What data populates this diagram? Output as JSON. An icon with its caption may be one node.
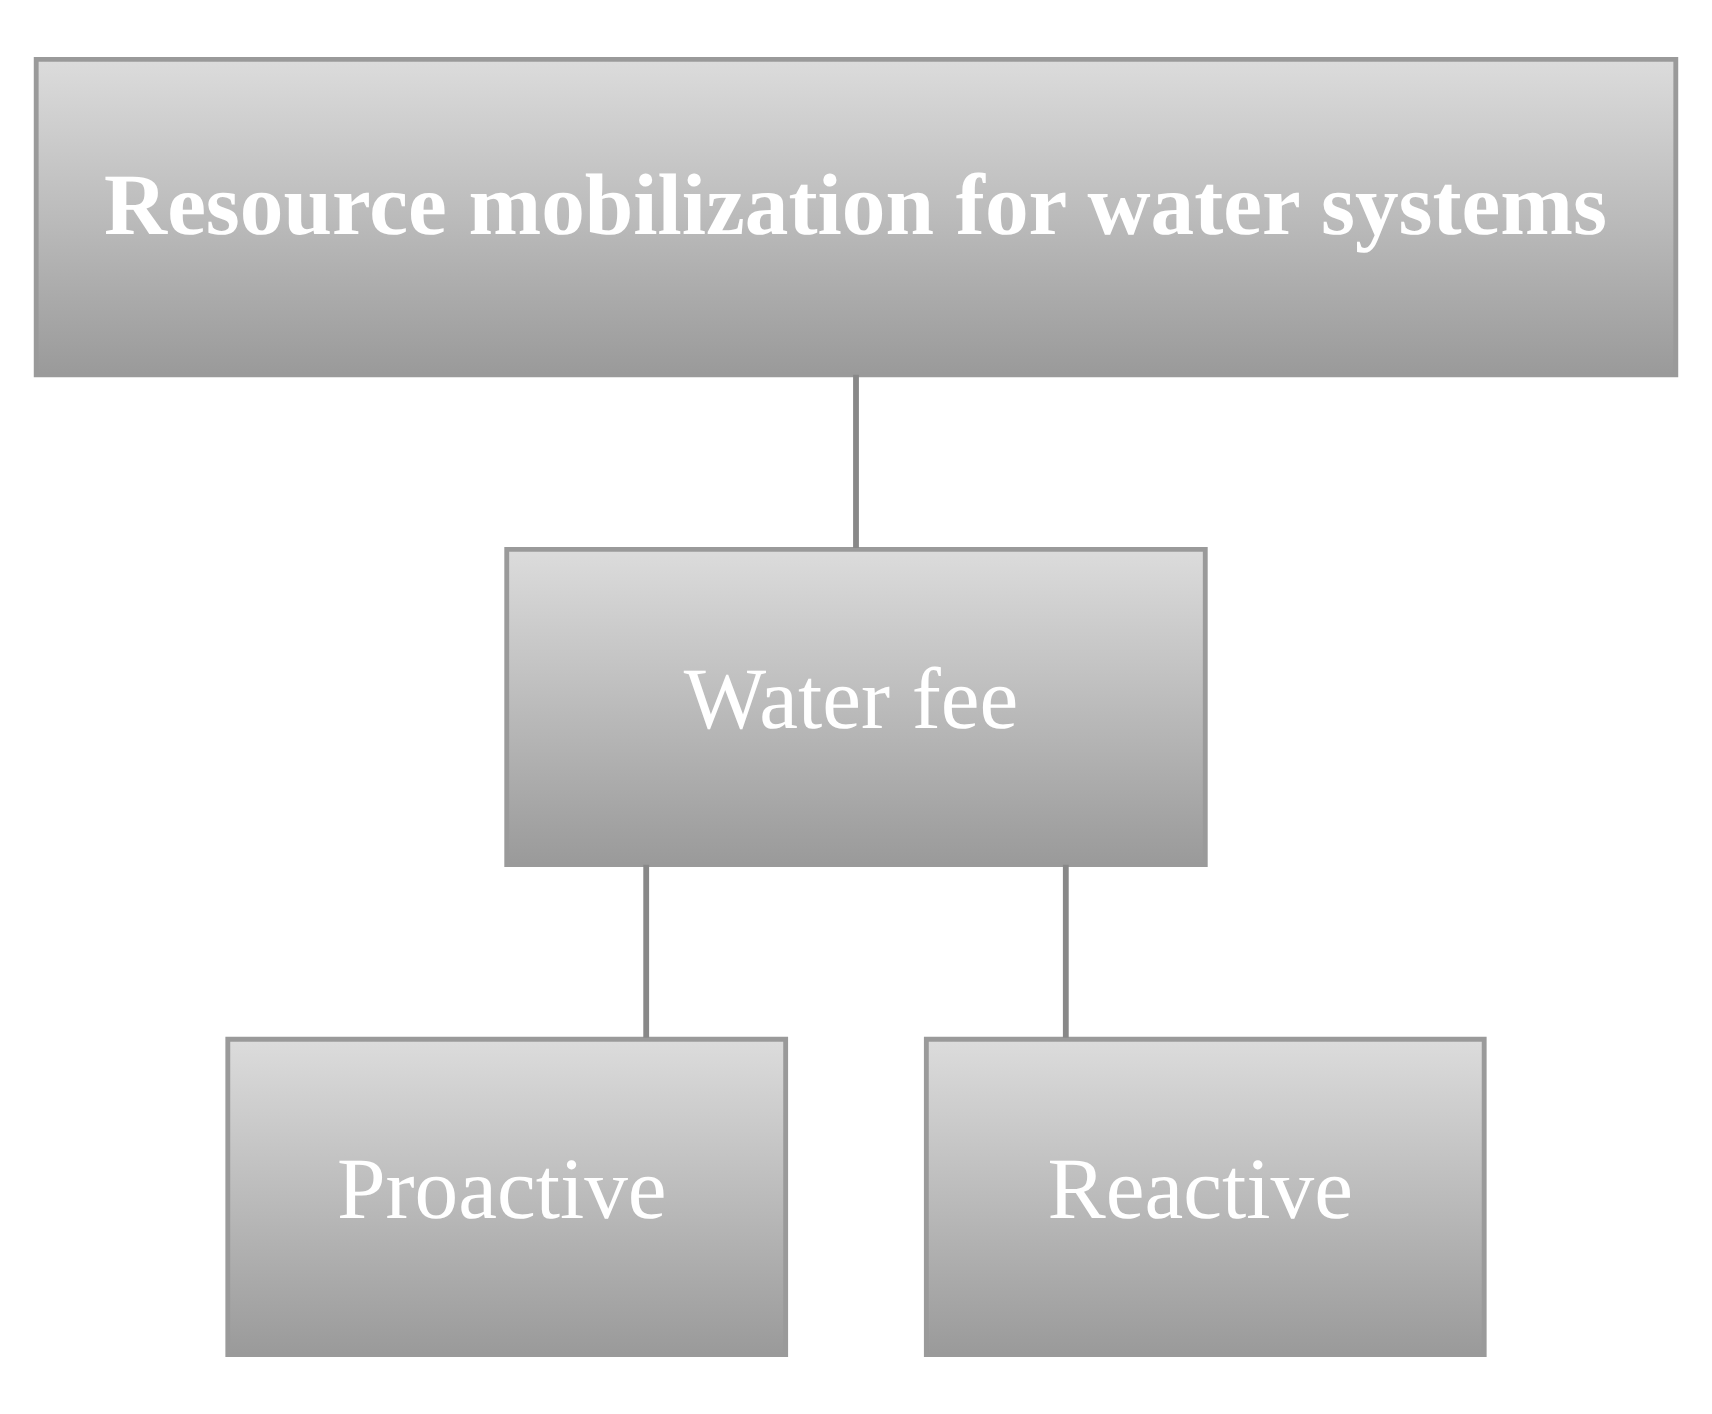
{
  "diagram": {
    "nodes": [
      {
        "text": [
          "Resource mobilization for water systems"
        ]
      },
      {
        "text": [
          "Water fee"
        ]
      },
      {
        "text": [
          "Proactive"
        ]
      },
      {
        "text": [
          "Reactive"
        ]
      }
    ],
    "edges": [
      {
        "from": 0,
        "to": 1,
        "arrow": "none"
      },
      {
        "from": 1,
        "to": 2,
        "arrow": "none"
      },
      {
        "from": 1,
        "to": 3,
        "arrow": "none"
      }
    ]
  }
}
